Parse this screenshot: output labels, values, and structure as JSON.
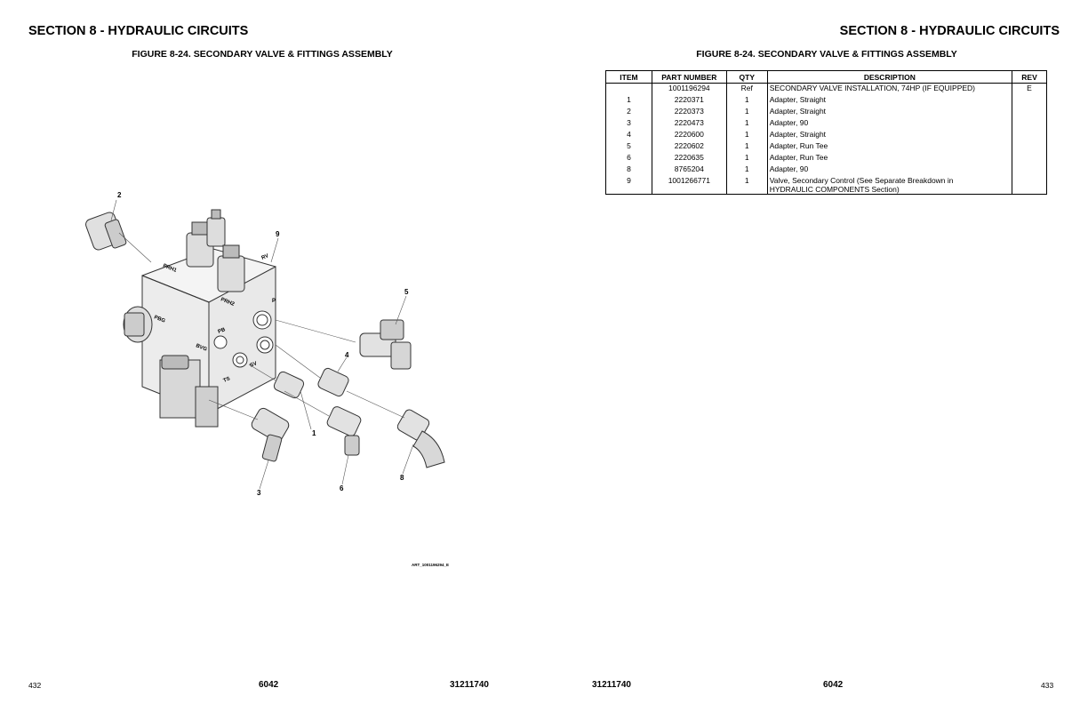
{
  "header": {
    "section_left": "SECTION 8 - HYDRAULIC CIRCUITS",
    "section_right": "SECTION 8 - HYDRAULIC CIRCUITS",
    "figure_left": "FIGURE 8-24. SECONDARY VALVE & FITTINGS ASSEMBLY",
    "figure_right": "FIGURE 8-24. SECONDARY VALVE & FITTINGS ASSEMBLY"
  },
  "diagram": {
    "callouts": [
      "2",
      "9",
      "5",
      "4",
      "1",
      "6",
      "8",
      "3"
    ],
    "engravings": [
      "PRH1",
      "RV",
      "PRH2",
      "P",
      "PBG",
      "BVG",
      "PB",
      "TS",
      "SV"
    ],
    "art_code": "ART_1001196294_E"
  },
  "table": {
    "headers": [
      "ITEM",
      "PART NUMBER",
      "QTY",
      "DESCRIPTION",
      "REV"
    ],
    "rows": [
      {
        "item": "",
        "part": "1001196294",
        "qty": "Ref",
        "desc": "SECONDARY VALVE INSTALLATION, 74HP (IF EQUIPPED)",
        "rev": "E"
      },
      {
        "item": "1",
        "part": "2220371",
        "qty": "1",
        "desc": "Adapter, Straight",
        "rev": ""
      },
      {
        "item": "2",
        "part": "2220373",
        "qty": "1",
        "desc": "Adapter, Straight",
        "rev": ""
      },
      {
        "item": "3",
        "part": "2220473",
        "qty": "1",
        "desc": "Adapter, 90",
        "rev": ""
      },
      {
        "item": "4",
        "part": "2220600",
        "qty": "1",
        "desc": "Adapter, Straight",
        "rev": ""
      },
      {
        "item": "5",
        "part": "2220602",
        "qty": "1",
        "desc": "Adapter, Run Tee",
        "rev": ""
      },
      {
        "item": "6",
        "part": "2220635",
        "qty": "1",
        "desc": "Adapter, Run Tee",
        "rev": ""
      },
      {
        "item": "8",
        "part": "8765204",
        "qty": "1",
        "desc": "Adapter, 90",
        "rev": ""
      },
      {
        "item": "9",
        "part": "1001266771",
        "qty": "1",
        "desc": "Valve, Secondary Control (See Separate Breakdown in",
        "desc2": "HYDRAULIC COMPONENTS Section)",
        "rev": ""
      }
    ]
  },
  "footer": {
    "page_left": "432",
    "model_left": "6042",
    "doc_left": "31211740",
    "doc_right": "31211740",
    "model_right": "6042",
    "page_right": "433"
  }
}
